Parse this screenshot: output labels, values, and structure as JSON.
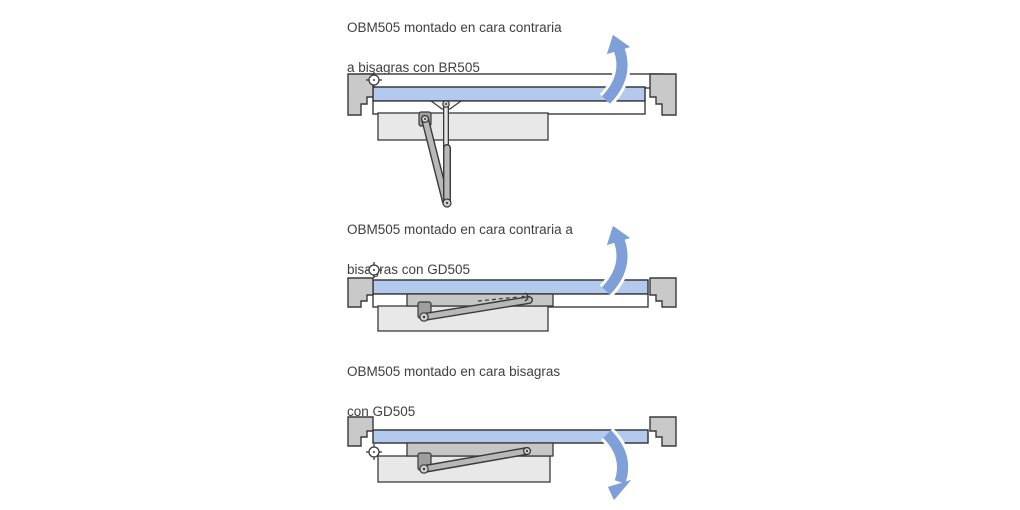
{
  "colors": {
    "panel": "#b3c9ee",
    "panel_border": "#2e2e2e",
    "outline": "#3a3a3a",
    "jamb": "#c9c9c9",
    "housing": "#e8e8e8",
    "channel": "#c6c6c6",
    "arm": "#b8b8b8",
    "shoe": "#9e9e9e",
    "arrow": "#7e9fd8",
    "text": "#3f3f3f"
  },
  "figures": [
    {
      "caption_line1": "OBM505 montado en cara contraria",
      "caption_line2": "a bisagras con BR505",
      "arrow_direction": "up"
    },
    {
      "caption_line1": "OBM505 montado en cara contraria a",
      "caption_line2": "bisagras con  GD505",
      "arrow_direction": "up"
    },
    {
      "caption_line1": "OBM505 montado en cara bisagras",
      "caption_line2": "con GD505",
      "arrow_direction": "down"
    }
  ]
}
